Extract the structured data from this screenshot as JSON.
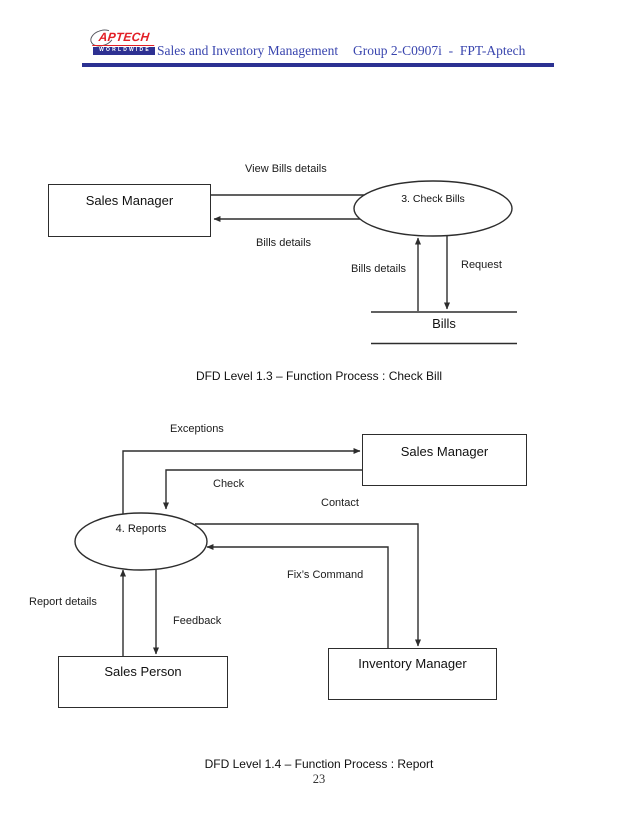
{
  "page": {
    "number": "23",
    "background_color": "#ffffff"
  },
  "header": {
    "logo": {
      "brand": "APTECH",
      "tagline": "WORLDWIDE",
      "brand_color": "#e21f26",
      "bar_color": "#2e3192"
    },
    "doc_title": "Sales and Inventory Management",
    "group_title": "Group 2-C0907i  -  FPT-Aptech",
    "text_color": "#3945ae",
    "rule_color": "#2b3192"
  },
  "diagram_check_bill": {
    "caption": "DFD Level 1.3 – Function Process : Check Bill",
    "entity_sales_manager": "Sales Manager",
    "process_label": "3. Check Bills",
    "datastore_label": "Bills",
    "flow_view_bills_details": "View Bills details",
    "flow_bills_details": "Bills details",
    "flow_bills_details_store": "Bills details",
    "flow_request": "Request"
  },
  "diagram_report": {
    "caption": "DFD Level 1.4 – Function Process : Report",
    "entity_sales_manager": "Sales Manager",
    "entity_sales_person": "Sales Person",
    "entity_inventory_manager": "Inventory Manager",
    "process_label": "4. Reports",
    "flow_exceptions": "Exceptions",
    "flow_check": "Check",
    "flow_contact": "Contact",
    "flow_fixs_command": "Fix’s Command",
    "flow_report_details": "Report details",
    "flow_feedback": "Feedback"
  },
  "diagram_style": {
    "line_color": "#2d2d2d"
  }
}
